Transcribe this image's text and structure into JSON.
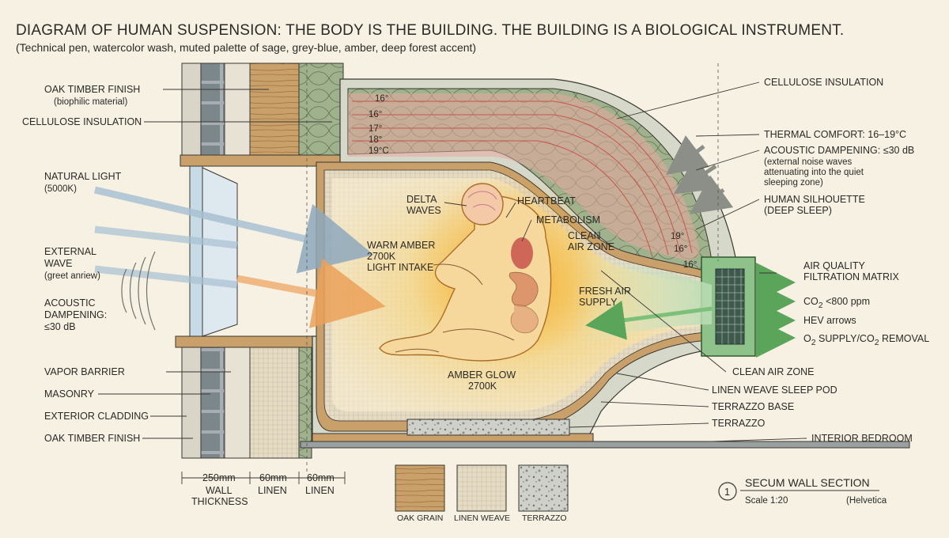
{
  "title": "DIAGRAM OF HUMAN SUSPENSION: THE BODY IS THE BUILDING. THE BUILDING IS A BIOLOGICAL INSTRUMENT.",
  "subtitle": "(Technical pen, watercolor wash, muted palette of sage, grey-blue, amber, deep forest accent)",
  "left_labels": {
    "oak_top": "OAK TIMBER FINISH",
    "oak_top_sub": "(biophilic material)",
    "cellulose": "CELLULOSE INSULATION",
    "natural_light": "NATURAL LIGHT",
    "natural_light_sub": "(5000K)",
    "external_wave_1": "EXTERNAL",
    "external_wave_2": "WAVE",
    "external_wave_sub": "(greet anriew)",
    "acoustic_1": "ACOUSTIC",
    "acoustic_2": "DAMPENING:",
    "acoustic_3": "≤30 dB",
    "vapor": "VAPOR BARRIER",
    "masonry": "MASONRY",
    "cladding": "EXTERIOR CLADDING",
    "oak_bottom": "OAK TIMBER FINISH"
  },
  "right_labels": {
    "cellulose": "CELLULOSE INSULATION",
    "thermal": "THERMAL COMFORT: 16–19°C",
    "acoustic": "ACOUSTIC DAMPENING: ≤30 dB",
    "acoustic_sub_1": "(external noise waves",
    "acoustic_sub_2": "attenuating into the quiet",
    "acoustic_sub_3": "sleeping zone)",
    "silhouette_1": "HUMAN SILHOUETTE",
    "silhouette_2": "(DEEP SLEEP)",
    "air_quality_1": "AIR QUALITY",
    "air_quality_2": "FILTRATION MATRIX",
    "co2_pre": "CO",
    "co2_sub": "2",
    "co2_post": " <800 ppm",
    "hev": "HEV arrows",
    "o2_pre": "O",
    "o2_sub": "2",
    "o2_mid": " SUPPLY/CO",
    "o2_sub2": "2",
    "o2_post": " REMOVAL",
    "clean_air": "CLEAN AIR ZONE",
    "linen_pod": "LINEN WEAVE SLEEP POD",
    "terrazzo_base": "TERRAZZO BASE",
    "terrazzo": "TERRAZZO",
    "interior": "INTERIOR BEDROOM"
  },
  "interior_labels": {
    "delta_1": "DELTA",
    "delta_2": "WAVES",
    "heartbeat": "HEARTBEAT",
    "metabolism": "METABOLISM",
    "clean_1": "CLEAN",
    "clean_2": "AIR ZONE",
    "warm_1": "WARM AMBER",
    "warm_2": "2700K",
    "warm_3": "LIGHT INTAKE",
    "fresh_1": "FRESH AIR",
    "fresh_2": "SUPPLY",
    "glow_1": "AMBER GLOW",
    "glow_2": "2700K"
  },
  "temps_left": [
    "16°",
    "16°",
    "17°",
    "18°",
    "19°C"
  ],
  "temps_right": [
    "19°",
    "16°",
    "16°"
  ],
  "dimensions": [
    {
      "value": "250mm",
      "label_1": "WALL",
      "label_2": "THICKNESS"
    },
    {
      "value": "60mm",
      "label_1": "LINEN",
      "label_2": ""
    },
    {
      "value": "60mm",
      "label_1": "LINEN",
      "label_2": ""
    }
  ],
  "swatches": [
    "OAK GRAIN",
    "LINEN WEAVE",
    "TERRAZZO"
  ],
  "section_marker": {
    "number": "1",
    "title": "SECUM WALL SECTION",
    "scale": "Scale 1:20",
    "note": "(Helvetica"
  },
  "colors": {
    "paper": "#f6f1e3",
    "sage": "#9fb28d",
    "grey_blue": "#a8b9c4",
    "amber": "#f0c061",
    "forest": "#3f6b3c",
    "oak": "#c9a06a",
    "thermal_red": "#e88d80"
  }
}
